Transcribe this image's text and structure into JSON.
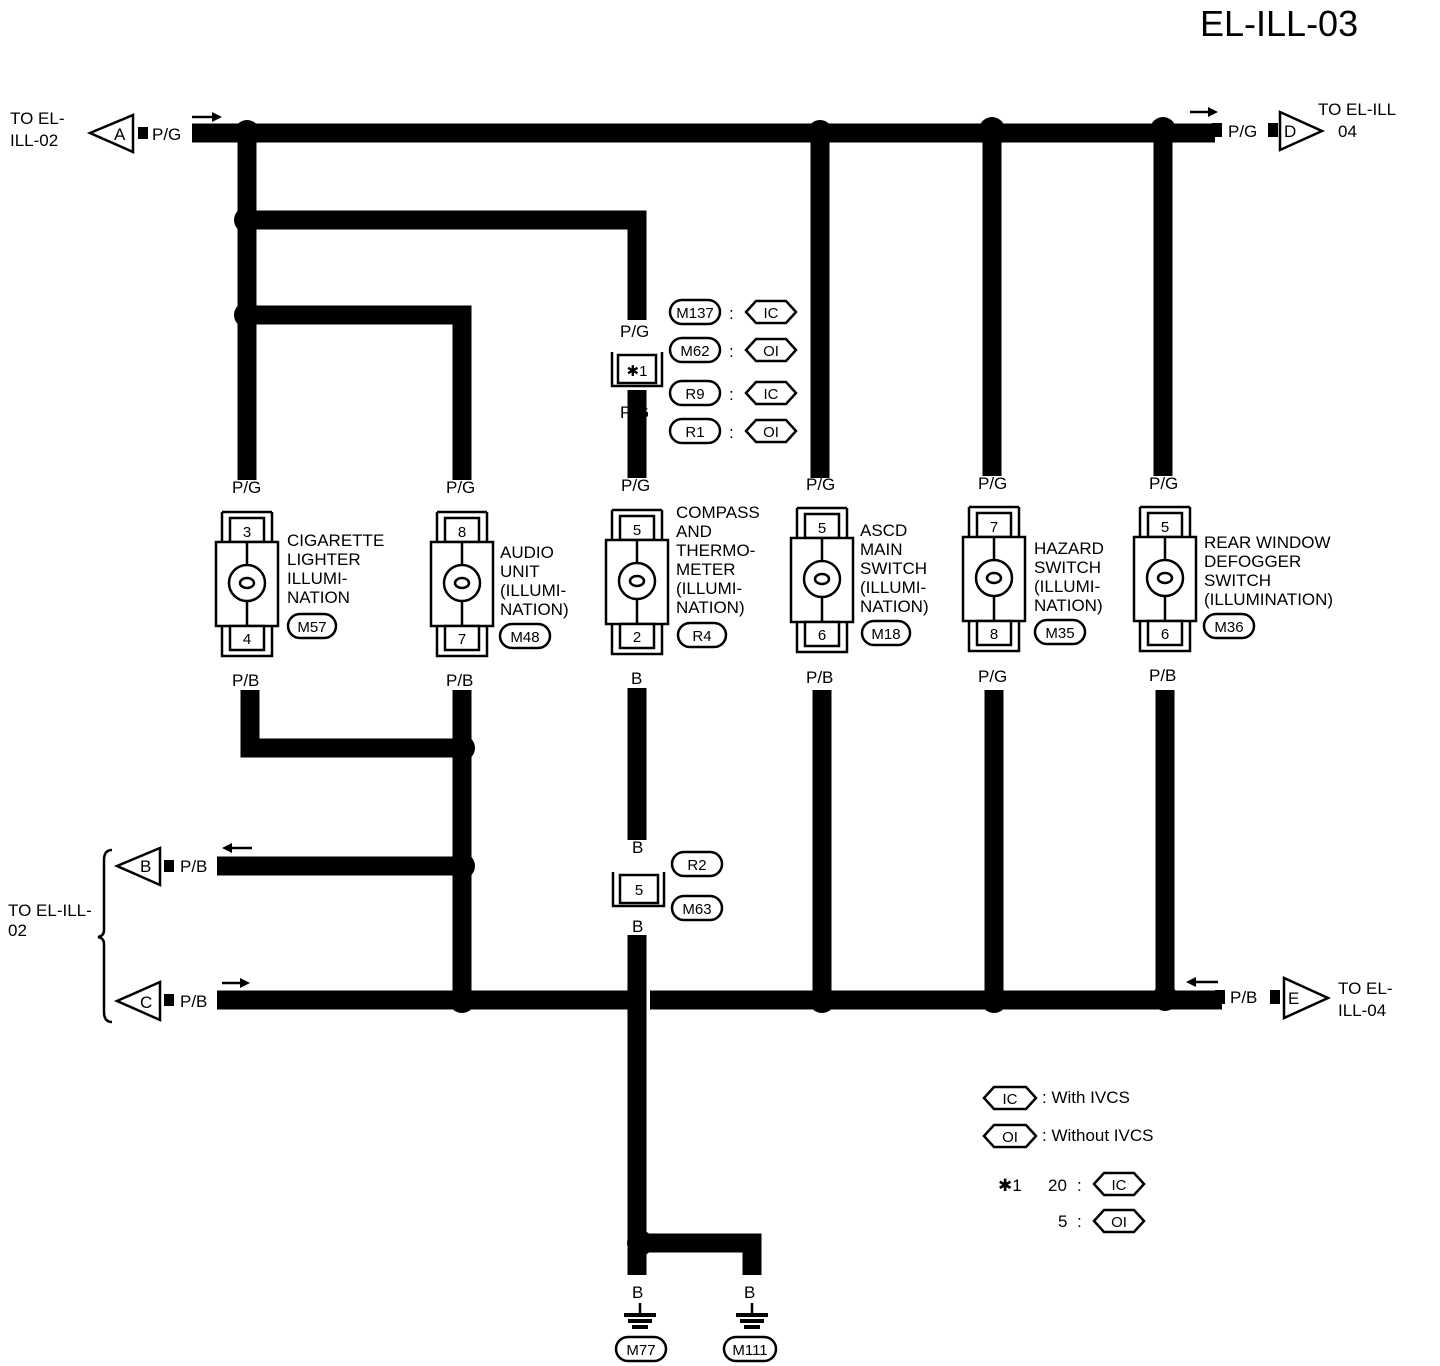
{
  "page_id": "EL-ILL-03",
  "wire_colors": {
    "pg": "P/G",
    "pb": "P/B",
    "b": "B"
  },
  "connectors": {
    "a": {
      "letter": "A",
      "dest": [
        "TO EL-",
        "ILL-02"
      ],
      "color": "P/G"
    },
    "b": {
      "letter": "B",
      "color": "P/B"
    },
    "c": {
      "letter": "C",
      "color": "P/B"
    },
    "bc_dest": [
      "TO EL-ILL-",
      "02"
    ],
    "d": {
      "letter": "D",
      "dest": [
        "TO EL-ILL",
        "04"
      ],
      "color": "P/G"
    },
    "e": {
      "letter": "E",
      "dest": [
        "TO EL-",
        "ILL-04"
      ],
      "color": "P/B"
    }
  },
  "components": [
    {
      "name": [
        "CIGARETTE",
        "LIGHTER",
        "ILLUMI-",
        "NATION"
      ],
      "connector": "M57",
      "pin_top": "3",
      "pin_bottom": "4",
      "top_color": "P/G",
      "bottom_color": "P/B"
    },
    {
      "name": [
        "AUDIO",
        "UNIT",
        "(ILLUMI-",
        "NATION)"
      ],
      "connector": "M48",
      "pin_top": "8",
      "pin_bottom": "7",
      "top_color": "P/G",
      "bottom_color": "P/B"
    },
    {
      "name": [
        "COMPASS",
        "AND",
        "THERMO-",
        "METER",
        "(ILLUMI-",
        "NATION)"
      ],
      "connector": "R4",
      "pin_top": "5",
      "pin_bottom": "2",
      "top_color": "P/G",
      "bottom_color": "B"
    },
    {
      "name": [
        "ASCD",
        "MAIN",
        "SWITCH",
        "(ILLUMI-",
        "NATION)"
      ],
      "connector": "M18",
      "pin_top": "5",
      "pin_bottom": "6",
      "top_color": "P/G",
      "bottom_color": "P/B"
    },
    {
      "name": [
        "HAZARD",
        "SWITCH",
        "(ILLUMI-",
        "NATION)"
      ],
      "connector": "M35",
      "pin_top": "7",
      "pin_bottom": "8",
      "top_color": "P/G",
      "bottom_color": "P/G"
    },
    {
      "name": [
        "REAR WINDOW",
        "DEFOGGER",
        "SWITCH",
        "(ILLUMINATION)"
      ],
      "connector": "M36",
      "pin_top": "5",
      "pin_bottom": "6",
      "top_color": "P/G",
      "bottom_color": "P/B"
    }
  ],
  "inline_top": {
    "pin": "✱1",
    "color_above": "P/G",
    "color_below": "P/G",
    "refs": [
      {
        "conn": "M137",
        "sep": ":",
        "tag": "IC"
      },
      {
        "conn": "M62",
        "sep": ":",
        "tag": "OI"
      },
      {
        "conn": "R9",
        "sep": ":",
        "tag": "IC"
      },
      {
        "conn": "R1",
        "sep": ":",
        "tag": "OI"
      }
    ]
  },
  "inline_bottom": {
    "pin": "5",
    "conn_a": "R2",
    "conn_b": "M63",
    "color_above": "B",
    "color_below": "B"
  },
  "grounds": [
    {
      "connector": "M77",
      "color": "B"
    },
    {
      "connector": "M111",
      "color": "B"
    }
  ],
  "legend": {
    "ic": {
      "tag": "IC",
      "text": ": With IVCS"
    },
    "oi": {
      "tag": "OI",
      "text": ": Without IVCS"
    },
    "note_mark": "✱1",
    "rows": [
      {
        "value": "20",
        "sep": ":",
        "tag": "IC"
      },
      {
        "value": "5",
        "sep": ":",
        "tag": "OI"
      }
    ]
  }
}
